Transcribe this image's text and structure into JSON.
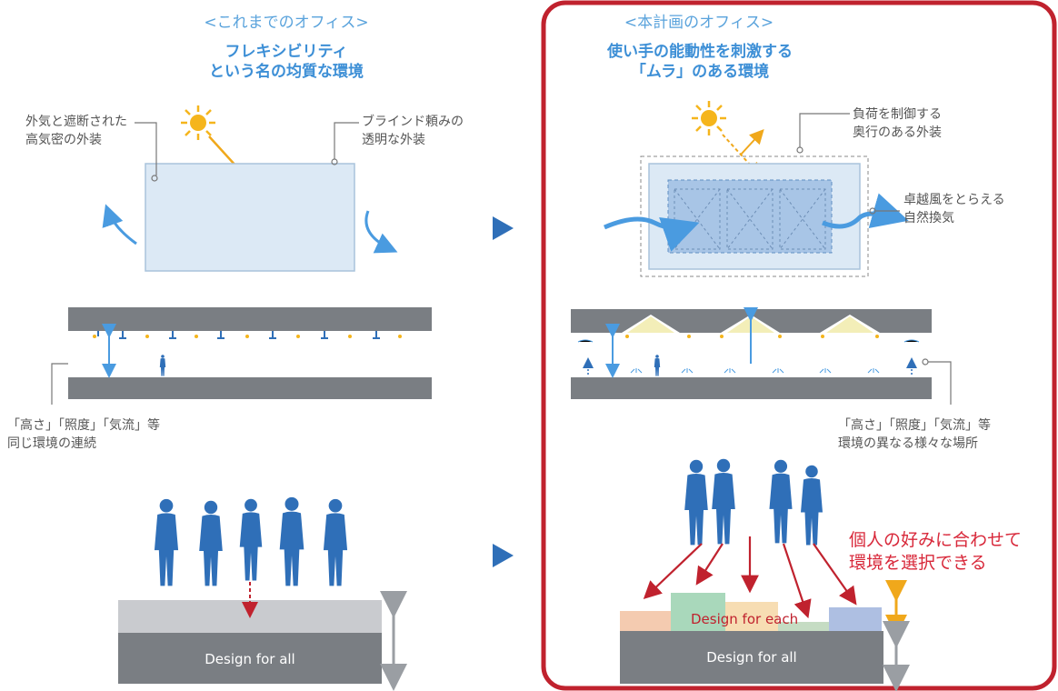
{
  "left": {
    "header": "<これまでのオフィス>",
    "subtitle_lines": [
      "フレキシビリティ",
      "という名の均質な環境"
    ],
    "callout_tl": [
      "外気と遮断された",
      "高気密の外装"
    ],
    "callout_tr": [
      "ブラインド頼みの",
      "透明な外装"
    ],
    "callout_bottom": [
      "「高さ」「照度」「気流」等",
      "同じ環境の連続"
    ],
    "design_all": "Design for all"
  },
  "right": {
    "header": "<本計画のオフィス>",
    "subtitle_lines": [
      "使い手の能動性を刺激する",
      "「ムラ」のある環境"
    ],
    "callout_tr": [
      "負荷を制御する",
      "奥行のある外装"
    ],
    "callout_r": [
      "卓越風をとらえる",
      "自然換気"
    ],
    "callout_bottom": [
      "「高さ」「照度」「気流」等",
      "環境の異なる様々な場所"
    ],
    "red_lines": [
      "個人の好みに合わせて",
      "環境を選択できる"
    ],
    "design_each": "Design for each",
    "design_all": "Design for all"
  },
  "colors": {
    "accent_blue": "#3d8fd6",
    "highlight_red": "#c0222e",
    "slab_gray": "#7a7e83",
    "people_blue": "#2f6fb8",
    "sun": "#f5b51c"
  }
}
